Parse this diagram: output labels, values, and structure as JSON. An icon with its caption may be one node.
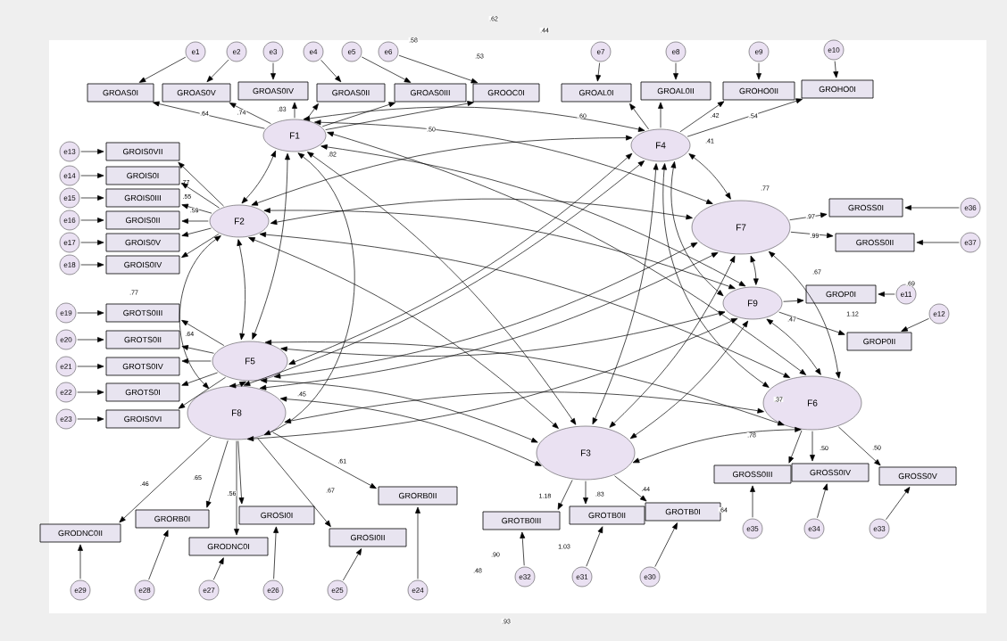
{
  "diagram": {
    "nodes": [
      {
        "text": [
          "F1"
        ]
      },
      {
        "text": [
          "F2"
        ]
      },
      {
        "text": [
          "F4"
        ]
      },
      {
        "text": [
          "F7"
        ]
      },
      {
        "text": [
          "F9"
        ]
      },
      {
        "text": [
          "F5"
        ]
      },
      {
        "text": [
          "F8"
        ]
      },
      {
        "text": [
          "F3"
        ]
      },
      {
        "text": [
          "F6"
        ]
      },
      {
        "text": [
          "GROAS0I"
        ]
      },
      {
        "text": [
          "GROAS0V"
        ]
      },
      {
        "text": [
          "GROAS0IV"
        ]
      },
      {
        "text": [
          "GROAS0II"
        ]
      },
      {
        "text": [
          "GROAS0III"
        ]
      },
      {
        "text": [
          "GROOC0I"
        ]
      },
      {
        "text": [
          "GROAL0I"
        ]
      },
      {
        "text": [
          "GROAL0II"
        ]
      },
      {
        "text": [
          "GROHO0II"
        ]
      },
      {
        "text": [
          "GROHO0I"
        ]
      },
      {
        "text": [
          "GROIS0VII"
        ]
      },
      {
        "text": [
          "GROIS0I"
        ]
      },
      {
        "text": [
          "GROIS0III"
        ]
      },
      {
        "text": [
          "GROIS0II"
        ]
      },
      {
        "text": [
          "GROIS0V"
        ]
      },
      {
        "text": [
          "GROIS0IV"
        ]
      },
      {
        "text": [
          "GROTS0III"
        ]
      },
      {
        "text": [
          "GROTS0II"
        ]
      },
      {
        "text": [
          "GROTS0IV"
        ]
      },
      {
        "text": [
          "GROTS0I"
        ]
      },
      {
        "text": [
          "GROIS0VI"
        ]
      },
      {
        "text": [
          "GROSS0I"
        ]
      },
      {
        "text": [
          "GROSS0II"
        ]
      },
      {
        "text": [
          "GROP0I"
        ]
      },
      {
        "text": [
          "GROP0II"
        ]
      },
      {
        "text": [
          "GRODNC0II"
        ]
      },
      {
        "text": [
          "GRORB0I"
        ]
      },
      {
        "text": [
          "GRODNC0I"
        ]
      },
      {
        "text": [
          "GROSI0I"
        ]
      },
      {
        "text": [
          "GROSI0II"
        ]
      },
      {
        "text": [
          "GRORB0II"
        ]
      },
      {
        "text": [
          "GROTB0III"
        ]
      },
      {
        "text": [
          "GROTB0II"
        ]
      },
      {
        "text": [
          "GROTB0I"
        ]
      },
      {
        "text": [
          "GROSS0III"
        ]
      },
      {
        "text": [
          "GROSS0IV"
        ]
      },
      {
        "text": [
          "GROSS0V"
        ]
      },
      {
        "text": [
          "e1"
        ]
      },
      {
        "text": [
          "e2"
        ]
      },
      {
        "text": [
          "e3"
        ]
      },
      {
        "text": [
          "e4"
        ]
      },
      {
        "text": [
          "e5"
        ]
      },
      {
        "text": [
          "e6"
        ]
      },
      {
        "text": [
          "e7"
        ]
      },
      {
        "text": [
          "e8"
        ]
      },
      {
        "text": [
          "e9"
        ]
      },
      {
        "text": [
          "e10"
        ]
      },
      {
        "text": [
          "e13"
        ]
      },
      {
        "text": [
          "e14"
        ]
      },
      {
        "text": [
          "e15"
        ]
      },
      {
        "text": [
          "e16"
        ]
      },
      {
        "text": [
          "e17"
        ]
      },
      {
        "text": [
          "e18"
        ]
      },
      {
        "text": [
          "e19"
        ]
      },
      {
        "text": [
          "e20"
        ]
      },
      {
        "text": [
          "e21"
        ]
      },
      {
        "text": [
          "e22"
        ]
      },
      {
        "text": [
          "e23"
        ]
      },
      {
        "text": [
          "e36"
        ]
      },
      {
        "text": [
          "e37"
        ]
      },
      {
        "text": [
          "e11"
        ]
      },
      {
        "text": [
          "e12"
        ]
      },
      {
        "text": [
          "e29"
        ]
      },
      {
        "text": [
          "e28"
        ]
      },
      {
        "text": [
          "e27"
        ]
      },
      {
        "text": [
          "e26"
        ]
      },
      {
        "text": [
          "e25"
        ]
      },
      {
        "text": [
          "e24"
        ]
      },
      {
        "text": [
          "e32"
        ]
      },
      {
        "text": [
          "e31"
        ]
      },
      {
        "text": [
          "e30"
        ]
      },
      {
        "text": [
          "e35"
        ]
      },
      {
        "text": [
          "e34"
        ]
      },
      {
        "text": [
          "e33"
        ]
      }
    ],
    "edges": [
      {
        "from": 46,
        "to": 9,
        "arrow": "to"
      },
      {
        "from": 47,
        "to": 10,
        "arrow": "to"
      },
      {
        "from": 48,
        "to": 11,
        "arrow": "to"
      },
      {
        "from": 49,
        "to": 12,
        "arrow": "to"
      },
      {
        "from": 50,
        "to": 13,
        "arrow": "to"
      },
      {
        "from": 51,
        "to": 14,
        "arrow": "to"
      },
      {
        "from": 52,
        "to": 15,
        "arrow": "to"
      },
      {
        "from": 53,
        "to": 16,
        "arrow": "to"
      },
      {
        "from": 54,
        "to": 17,
        "arrow": "to"
      },
      {
        "from": 55,
        "to": 18,
        "arrow": "to"
      },
      {
        "from": 56,
        "to": 19,
        "arrow": "to"
      },
      {
        "from": 57,
        "to": 20,
        "arrow": "to"
      },
      {
        "from": 58,
        "to": 21,
        "arrow": "to"
      },
      {
        "from": 59,
        "to": 22,
        "arrow": "to"
      },
      {
        "from": 60,
        "to": 23,
        "arrow": "to"
      },
      {
        "from": 61,
        "to": 24,
        "arrow": "to"
      },
      {
        "from": 62,
        "to": 25,
        "arrow": "to"
      },
      {
        "from": 63,
        "to": 26,
        "arrow": "to"
      },
      {
        "from": 64,
        "to": 27,
        "arrow": "to"
      },
      {
        "from": 65,
        "to": 28,
        "arrow": "to"
      },
      {
        "from": 66,
        "to": 29,
        "arrow": "to"
      },
      {
        "from": 67,
        "to": 30,
        "arrow": "to"
      },
      {
        "from": 68,
        "to": 31,
        "arrow": "to"
      },
      {
        "from": 69,
        "to": 32,
        "arrow": "to"
      },
      {
        "from": 70,
        "to": 33,
        "arrow": "to"
      },
      {
        "from": 71,
        "to": 34,
        "arrow": "to"
      },
      {
        "from": 72,
        "to": 35,
        "arrow": "to"
      },
      {
        "from": 73,
        "to": 36,
        "arrow": "to"
      },
      {
        "from": 74,
        "to": 37,
        "arrow": "to"
      },
      {
        "from": 75,
        "to": 38,
        "arrow": "to"
      },
      {
        "from": 76,
        "to": 39,
        "arrow": "to"
      },
      {
        "from": 77,
        "to": 40,
        "arrow": "to"
      },
      {
        "from": 78,
        "to": 41,
        "arrow": "to"
      },
      {
        "from": 79,
        "to": 42,
        "arrow": "to"
      },
      {
        "from": 80,
        "to": 43,
        "arrow": "to"
      },
      {
        "from": 81,
        "to": 44,
        "arrow": "to"
      },
      {
        "from": 82,
        "to": 45,
        "arrow": "to"
      },
      {
        "from": 0,
        "to": 9,
        "arrow": "to",
        "label": ".64"
      },
      {
        "from": 0,
        "to": 10,
        "arrow": "to",
        "label": ".74"
      },
      {
        "from": 0,
        "to": 11,
        "arrow": "to",
        "label": ".83"
      },
      {
        "from": 0,
        "to": 12,
        "arrow": "to"
      },
      {
        "from": 0,
        "to": 13,
        "arrow": "to"
      },
      {
        "from": 0,
        "to": 14,
        "arrow": "to"
      },
      {
        "from": 2,
        "to": 15,
        "arrow": "to"
      },
      {
        "from": 2,
        "to": 16,
        "arrow": "to"
      },
      {
        "from": 2,
        "to": 17,
        "arrow": "to",
        "label": ".42"
      },
      {
        "from": 2,
        "to": 18,
        "arrow": "to",
        "label": ".54"
      },
      {
        "from": 1,
        "to": 19,
        "arrow": "to",
        "label": ".77"
      },
      {
        "from": 1,
        "to": 20,
        "arrow": "to",
        "label": ".55"
      },
      {
        "from": 1,
        "to": 21,
        "arrow": "to",
        "label": ".59"
      },
      {
        "from": 1,
        "to": 22,
        "arrow": "to"
      },
      {
        "from": 1,
        "to": 23,
        "arrow": "to"
      },
      {
        "from": 1,
        "to": 24,
        "arrow": "to"
      },
      {
        "from": 5,
        "to": 25,
        "arrow": "to",
        "label": ".64"
      },
      {
        "from": 5,
        "to": 26,
        "arrow": "to"
      },
      {
        "from": 5,
        "to": 27,
        "arrow": "to"
      },
      {
        "from": 5,
        "to": 28,
        "arrow": "to"
      },
      {
        "from": 5,
        "to": 29,
        "arrow": "to"
      },
      {
        "from": 3,
        "to": 30,
        "arrow": "to",
        "label": ".97"
      },
      {
        "from": 3,
        "to": 31,
        "arrow": "to",
        "label": ".99"
      },
      {
        "from": 4,
        "to": 32,
        "arrow": "to"
      },
      {
        "from": 4,
        "to": 33,
        "arrow": "to"
      },
      {
        "from": 6,
        "to": 34,
        "arrow": "to",
        "label": ".46"
      },
      {
        "from": 6,
        "to": 35,
        "arrow": "to",
        "label": ".65"
      },
      {
        "from": 6,
        "to": 36,
        "arrow": "to",
        "label": ".56"
      },
      {
        "from": 6,
        "to": 37,
        "arrow": "to"
      },
      {
        "from": 6,
        "to": 38,
        "arrow": "to"
      },
      {
        "from": 6,
        "to": 39,
        "arrow": "to",
        "label": ".61"
      },
      {
        "from": 7,
        "to": 40,
        "arrow": "to",
        "label": "1.18"
      },
      {
        "from": 7,
        "to": 41,
        "arrow": "to",
        "label": ".83"
      },
      {
        "from": 7,
        "to": 42,
        "arrow": "to",
        "label": ".44"
      },
      {
        "from": 8,
        "to": 43,
        "arrow": "to"
      },
      {
        "from": 8,
        "to": 44,
        "arrow": "to",
        "label": ".50"
      },
      {
        "from": 8,
        "to": 45,
        "arrow": "to",
        "label": ".50"
      },
      {
        "from": 0,
        "to": 1,
        "arrow": "both"
      },
      {
        "from": 0,
        "to": 2,
        "arrow": "both"
      },
      {
        "from": 0,
        "to": 3,
        "arrow": "both"
      },
      {
        "from": 0,
        "to": 4,
        "arrow": "both"
      },
      {
        "from": 0,
        "to": 5,
        "arrow": "both"
      },
      {
        "from": 0,
        "to": 6,
        "arrow": "both"
      },
      {
        "from": 0,
        "to": 7,
        "arrow": "both"
      },
      {
        "from": 0,
        "to": 8,
        "arrow": "both"
      },
      {
        "from": 1,
        "to": 2,
        "arrow": "both"
      },
      {
        "from": 1,
        "to": 3,
        "arrow": "both"
      },
      {
        "from": 1,
        "to": 4,
        "arrow": "both"
      },
      {
        "from": 1,
        "to": 5,
        "arrow": "both"
      },
      {
        "from": 1,
        "to": 6,
        "arrow": "both"
      },
      {
        "from": 1,
        "to": 7,
        "arrow": "both"
      },
      {
        "from": 1,
        "to": 8,
        "arrow": "both"
      },
      {
        "from": 2,
        "to": 3,
        "arrow": "both"
      },
      {
        "from": 2,
        "to": 4,
        "arrow": "both"
      },
      {
        "from": 2,
        "to": 5,
        "arrow": "both"
      },
      {
        "from": 2,
        "to": 6,
        "arrow": "both"
      },
      {
        "from": 2,
        "to": 7,
        "arrow": "both"
      },
      {
        "from": 2,
        "to": 8,
        "arrow": "both"
      },
      {
        "from": 3,
        "to": 4,
        "arrow": "both"
      },
      {
        "from": 3,
        "to": 5,
        "arrow": "both"
      },
      {
        "from": 3,
        "to": 6,
        "arrow": "both"
      },
      {
        "from": 3,
        "to": 7,
        "arrow": "both"
      },
      {
        "from": 3,
        "to": 8,
        "arrow": "both"
      },
      {
        "from": 4,
        "to": 5,
        "arrow": "both"
      },
      {
        "from": 4,
        "to": 6,
        "arrow": "both"
      },
      {
        "from": 4,
        "to": 7,
        "arrow": "both"
      },
      {
        "from": 4,
        "to": 8,
        "arrow": "both"
      },
      {
        "from": 5,
        "to": 6,
        "arrow": "both"
      },
      {
        "from": 5,
        "to": 7,
        "arrow": "both"
      },
      {
        "from": 5,
        "to": 8,
        "arrow": "both"
      },
      {
        "from": 6,
        "to": 7,
        "arrow": "both"
      },
      {
        "from": 6,
        "to": 8,
        "arrow": "both"
      },
      {
        "from": 7,
        "to": 8,
        "arrow": "both"
      }
    ],
    "labels": [
      ".62",
      ".44",
      ".58",
      ".53",
      ".50",
      ".60",
      ".82",
      ".41",
      ".77",
      ".67",
      ".69",
      "1.12",
      ".47",
      ".37",
      ".45",
      ".77",
      ".67",
      ".48",
      ".90",
      "1.03",
      ".93",
      ".78",
      ".64"
    ]
  }
}
